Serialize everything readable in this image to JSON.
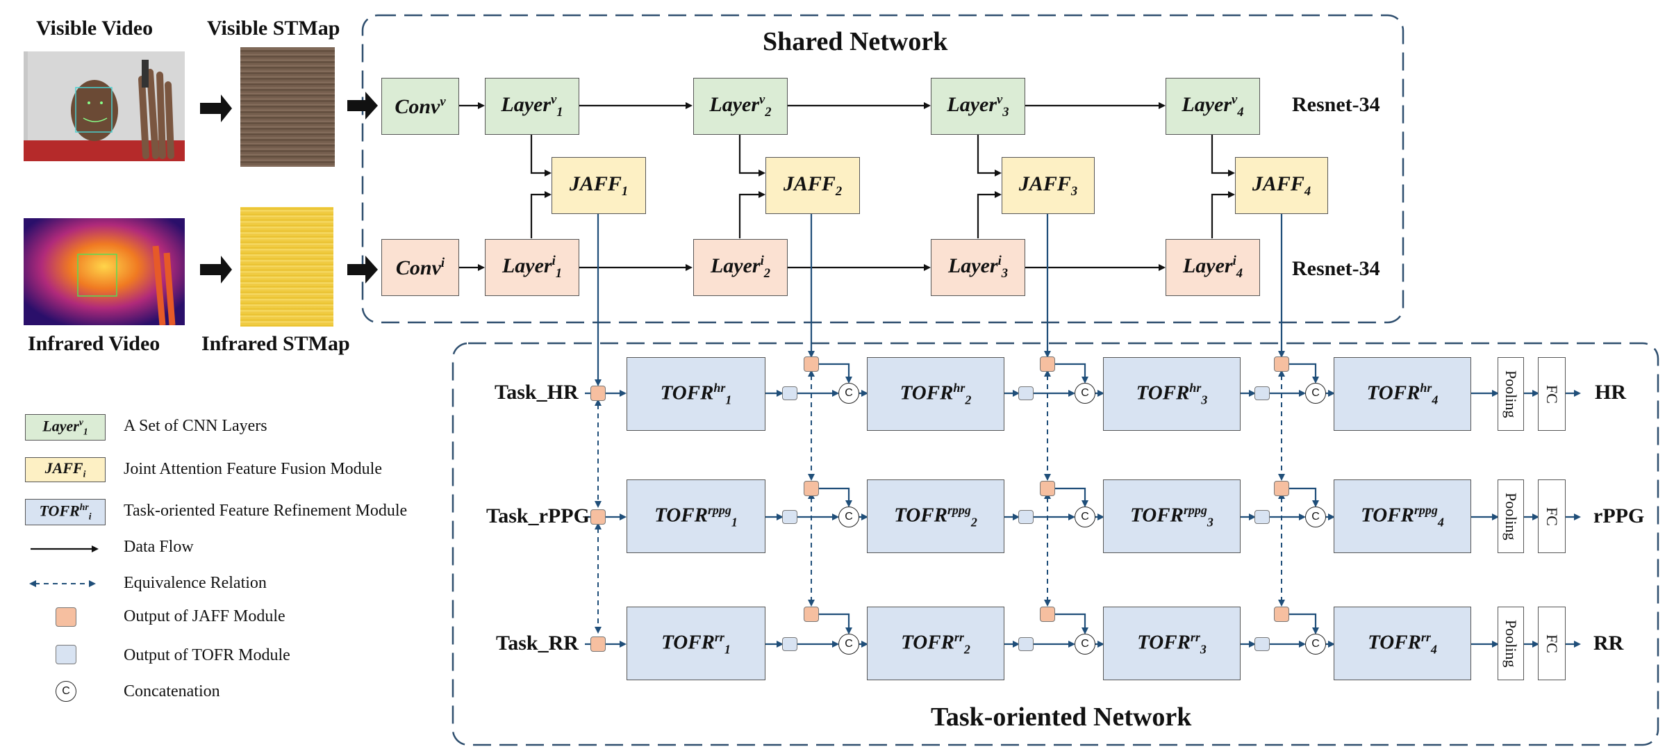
{
  "titles": {
    "shared": "Shared Network",
    "task": "Task-oriented Network"
  },
  "inputs": {
    "visible_video": "Visible Video",
    "visible_stmap": "Visible STMap",
    "infrared_video": "Infrared Video",
    "infrared_stmap": "Infrared STMap"
  },
  "backbone": {
    "resnet_top": "Resnet-34",
    "resnet_bottom": "Resnet-34",
    "conv_base": "Conv",
    "conv_vis_sup": "v",
    "conv_ir_sup": "i",
    "layer_base": "Layer",
    "jaff_base": "JAFF",
    "vis_layers": [
      {
        "sup": "v",
        "sub": "1"
      },
      {
        "sup": "v",
        "sub": "2"
      },
      {
        "sup": "v",
        "sub": "3"
      },
      {
        "sup": "v",
        "sub": "4"
      }
    ],
    "ir_layers": [
      {
        "sup": "i",
        "sub": "1"
      },
      {
        "sup": "i",
        "sub": "2"
      },
      {
        "sup": "i",
        "sub": "3"
      },
      {
        "sup": "i",
        "sub": "4"
      }
    ],
    "jaff": [
      {
        "sub": "1"
      },
      {
        "sub": "2"
      },
      {
        "sub": "3"
      },
      {
        "sub": "4"
      }
    ]
  },
  "tasks": [
    {
      "label": "Task_HR",
      "sup": "hr",
      "output": "HR"
    },
    {
      "label": "Task_rPPG",
      "sup": "rppg",
      "output": "rPPG"
    },
    {
      "label": "Task_RR",
      "sup": "rr",
      "output": "RR"
    }
  ],
  "tofr_base": "TOFR",
  "tofr_subs": [
    "1",
    "2",
    "3",
    "4"
  ],
  "pooling": "Pooling",
  "fc": "FC",
  "concat_symbol": "C",
  "legend": [
    {
      "icon": "layer-box",
      "text": "A Set of CNN Layers",
      "icon_base": "Layer",
      "icon_sup": "v",
      "icon_sub": "1"
    },
    {
      "icon": "jaff-box",
      "text": "Joint Attention Feature Fusion Module",
      "icon_base": "JAFF",
      "icon_sub": "i"
    },
    {
      "icon": "tofr-box",
      "text": "Task-oriented Feature Refinement Module",
      "icon_base": "TOFR",
      "icon_sup": "hr",
      "icon_sub": "i"
    },
    {
      "icon": "solid-arrow",
      "text": "Data Flow"
    },
    {
      "icon": "dashed-double-arrow",
      "text": "Equivalence Relation"
    },
    {
      "icon": "orange-square",
      "text": "Output of JAFF Module"
    },
    {
      "icon": "blue-square",
      "text": "Output of TOFR Module"
    },
    {
      "icon": "circle-c",
      "text": "Concatenation"
    }
  ],
  "colors": {
    "layer_vis": "#dbecd5",
    "layer_ir": "#fbe1d2",
    "jaff": "#fdf0c4",
    "tofr": "#d8e3f2",
    "jaff_output": "#f6bfa0",
    "arrow_blue": "#1f4e79",
    "dashed_border": "#2e4e6e"
  }
}
